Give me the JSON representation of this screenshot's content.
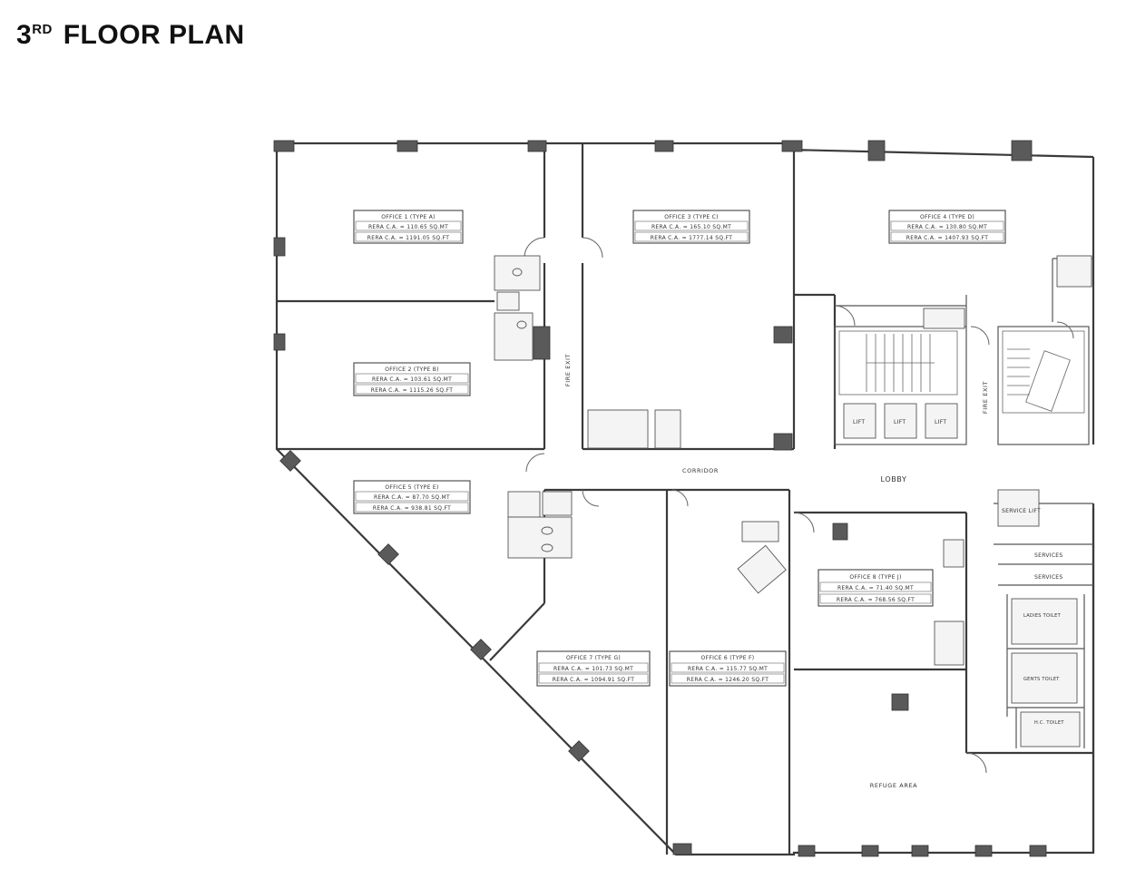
{
  "title": {
    "ordinal": "3",
    "suffix": "RD",
    "text": "FLOOR PLAN"
  },
  "offices": [
    {
      "name": "OFFICE 1 (TYPE A)",
      "line1": "RERA C.A. = 110.65 SQ.MT",
      "line2": "RERA C.A. = 1191.05 SQ.FT"
    },
    {
      "name": "OFFICE 2 (TYPE B)",
      "line1": "RERA C.A. = 103.61 SQ.MT",
      "line2": "RERA C.A. = 1115.26 SQ.FT"
    },
    {
      "name": "OFFICE 3 (TYPE C)",
      "line1": "RERA C.A. = 165.10 SQ.MT",
      "line2": "RERA C.A. = 1777.14 SQ.FT"
    },
    {
      "name": "OFFICE 4 (TYPE D)",
      "line1": "RERA C.A. = 130.80 SQ.MT",
      "line2": "RERA C.A. = 1407.93 SQ.FT"
    },
    {
      "name": "OFFICE 5 (TYPE E)",
      "line1": "RERA C.A. = 87.70 SQ.MT",
      "line2": "RERA C.A. = 938.81 SQ.FT"
    },
    {
      "name": "OFFICE 6 (TYPE F)",
      "line1": "RERA C.A. = 115.77 SQ.MT",
      "line2": "RERA C.A. = 1246.20 SQ.FT"
    },
    {
      "name": "OFFICE 7 (TYPE G)",
      "line1": "RERA C.A. = 101.73 SQ.MT",
      "line2": "RERA C.A. = 1094.91 SQ.FT"
    },
    {
      "name": "OFFICE 8 (TYPE J)",
      "line1": "RERA C.A. = 71.40 SQ.MT",
      "line2": "RERA C.A. = 768.56 SQ.FT"
    }
  ],
  "labels": {
    "corridor": "CORRIDOR",
    "lobby": "LOBBY",
    "refuge": "REFUGE AREA",
    "fire_exit_1": "FIRE EXIT",
    "fire_exit_2": "FIRE EXIT",
    "lift": "LIFT",
    "service_lift": "SERVICE LIFT",
    "services_1": "SERVICES",
    "services_2": "SERVICES",
    "ladies_toilet": "LADIES TOILET",
    "gents_toilet": "GENTS TOILET",
    "hc_toilet": "H.C. TOILET"
  }
}
